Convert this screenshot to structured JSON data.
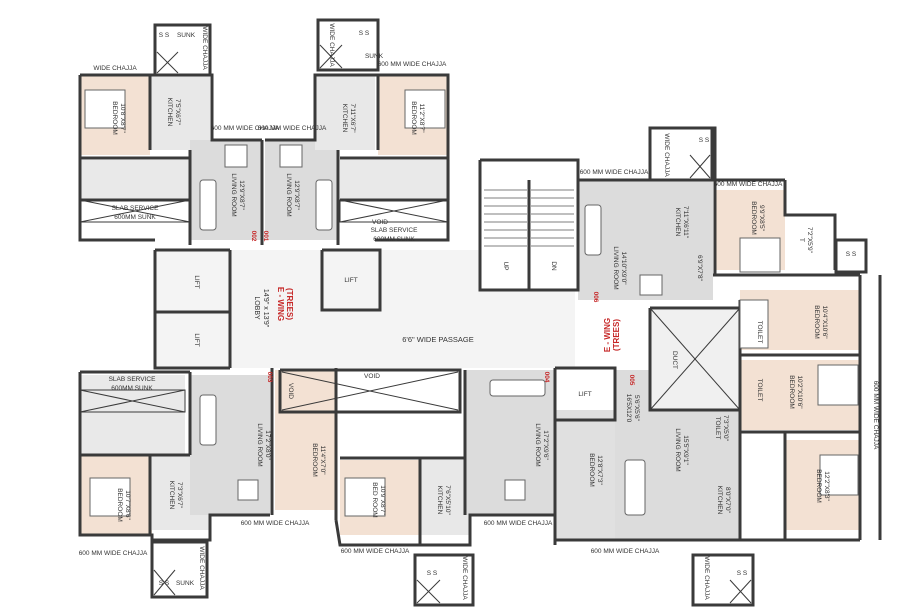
{
  "wings": [
    {
      "name": "E - WING",
      "sub": "(TREES)"
    },
    {
      "name": "E - WING",
      "sub": "(TREES)"
    }
  ],
  "lobby": {
    "name": "LOBBY",
    "size": "14'9\" x 13'9\""
  },
  "passage": "6'6\" WIDE PASSAGE",
  "lift": "LIFT",
  "stair": {
    "up": "UP",
    "dn": "DN"
  },
  "duct": "DUCT",
  "void": "VOID",
  "ss": "S S",
  "sunk": "SUNK",
  "wide_chajja": "WIDE CHAJJA",
  "chajja_600": "600 MM WIDE CHAJJA",
  "slab_service": [
    "SLAB SERVICE",
    "600MM SUNK"
  ],
  "doors": [
    "001",
    "002",
    "003",
    "004",
    "005",
    "006"
  ],
  "rooms": {
    "bed_001": [
      "BEDROOM",
      "10'8\"X8'7\""
    ],
    "kit_001": [
      "KITCHEN",
      "7'5\"X6'7\""
    ],
    "liv_001": [
      "LIVING ROOM",
      "12'9\"X8'7\""
    ],
    "liv_002": [
      "LIVING ROOM",
      "12'9\"X8'7\""
    ],
    "kit_002": [
      "KITCHEN",
      "7'11\"X6'7\""
    ],
    "bed_002": [
      "BEDROOM",
      "11'2\"X8'7\""
    ],
    "liv_006": [
      "LIVING ROOM",
      "14'10\"X9'0\""
    ],
    "kit_006": [
      "KITCHEN",
      "7'11\"X6'11\""
    ],
    "bed_006": [
      "BEDROOM",
      "9'9\"X8'5\""
    ],
    "toilet_006": [
      "T",
      "7'2\"X5'9\""
    ],
    "dim_006": "6'9\"X7'8\"",
    "bed_005a": [
      "BEDROOM",
      "10'4\"X10'6\""
    ],
    "bed_005b": [
      "BEDROOM",
      "10'2\"X10'6\""
    ],
    "bed_005c": [
      "BEDROOM",
      "12'2\"X8'3\""
    ],
    "liv_005": [
      "LIVING ROOM",
      "15'5\"X9'1\""
    ],
    "dim_005": [
      "16'5X12'0",
      "5'6\"X5'6\""
    ],
    "kit_005": [
      "KITCHEN",
      "8'0\"X7'0\""
    ],
    "toilet": "TOILET",
    "toilet_dim": "7'3\"X5'0\"",
    "liv_004": [
      "LIVING ROOM",
      "17'2\"X9'6\""
    ],
    "bed_004": [
      "BEDROOM",
      "12'8\"X7'3\""
    ],
    "liv_003": [
      "LIVING ROOM",
      "17'2\"X8'0\""
    ],
    "bed_003a": [
      "BEDROOM",
      "11'4\"X7'0\""
    ],
    "bed_003b": [
      "BEDROOM",
      "10'7\"X8'6\""
    ],
    "kit_003": [
      "KITCHEN",
      "7'3\"X6'7\""
    ],
    "kit_004": [
      "KITCHEN",
      "7'6\"X5'10\""
    ],
    "bed_004b": [
      "BED ROOM",
      "10'9\"X8'7\""
    ]
  },
  "colors": {
    "wall": "#3a3a3a",
    "living": "#dcdcdc",
    "bedroom": "#f3e1d3",
    "core": "#f0f0f0",
    "text": "#333333",
    "door_label": "#c62828",
    "wing_label": "#c62828"
  }
}
